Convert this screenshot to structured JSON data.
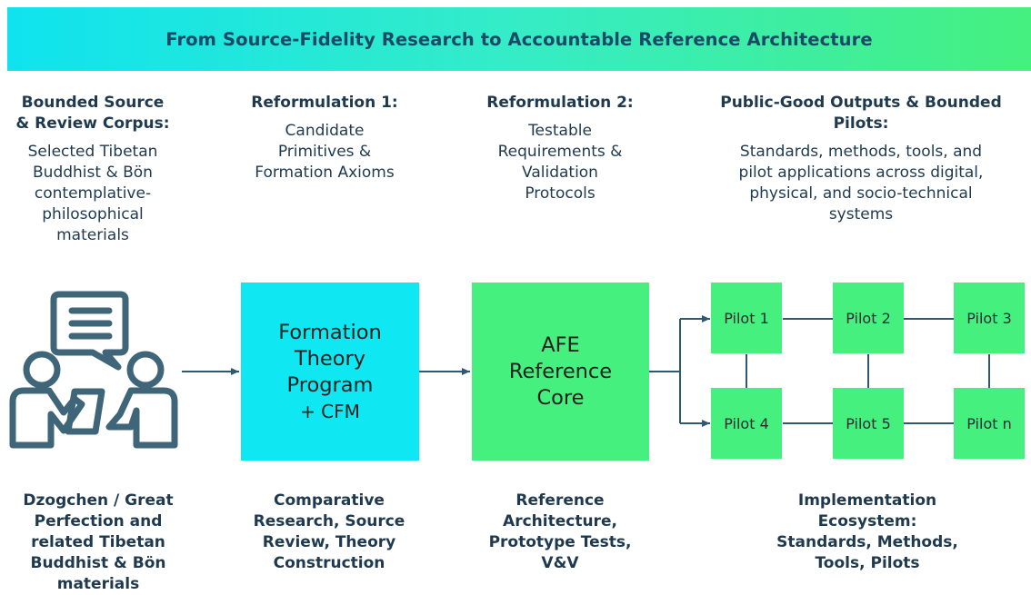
{
  "title": "From Source-Fidelity Research to Accountable Reference Architecture",
  "columns": [
    {
      "heading_lines": [
        "Bounded Source",
        "& Review Corpus:"
      ],
      "description_lines": [
        "Selected Tibetan",
        "Buddhist & Bön",
        "contemplative-",
        "philosophical",
        "materials"
      ]
    },
    {
      "heading_lines": [
        "Reformulation 1:"
      ],
      "description_lines": [
        "Candidate",
        "Primitives &",
        "Formation Axioms"
      ]
    },
    {
      "heading_lines": [
        "Reformulation 2:"
      ],
      "description_lines": [
        "Testable",
        "Requirements &",
        "Validation",
        "Protocols"
      ]
    },
    {
      "heading_lines": [
        "Public-Good Outputs & Bounded",
        "Pilots:"
      ],
      "description_lines": [
        "Standards, methods, tools, and",
        "pilot applications across digital,",
        "physical, and socio-technical",
        "systems"
      ]
    }
  ],
  "boxes": {
    "formation": {
      "lines": [
        "Formation",
        "Theory",
        "Program"
      ],
      "sub": "+ CFM",
      "color": "#0fe8f2"
    },
    "afe": {
      "lines": [
        "AFE",
        "Reference",
        "Core"
      ],
      "color": "#45f07f"
    }
  },
  "pilots": [
    "Pilot 1",
    "Pilot 2",
    "Pilot 3",
    "Pilot 4",
    "Pilot 5",
    "Pilot n"
  ],
  "footers": [
    [
      "Dzogchen / Great",
      "Perfection and",
      "related Tibetan",
      "Buddhist & Bön",
      "materials"
    ],
    [
      "Comparative",
      "Research, Source",
      "Review, Theory",
      "Construction"
    ],
    [
      "Reference",
      "Architecture,",
      "Prototype Tests,",
      "V&V"
    ],
    [
      "Implementation",
      "Ecosystem:",
      "Standards, Methods,",
      "Tools, Pilots"
    ]
  ],
  "icons": {
    "people_chat": "two-people-conversation-icon"
  },
  "colors": {
    "icon": "#3f6678",
    "arrow": "#2f5970",
    "text": "#1f3a4f"
  }
}
